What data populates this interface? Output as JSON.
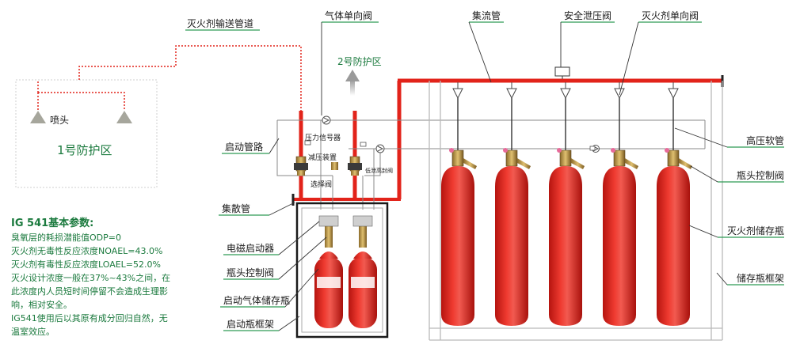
{
  "zone1": {
    "label": "1号防护区",
    "nozzle_label": "喷头"
  },
  "zone2": {
    "label": "2号防护区"
  },
  "labels": {
    "delivery_pipe": "灭火剂输送管道",
    "gas_check_valve": "气体单向阀",
    "manifold": "集流管",
    "safety_relief_valve": "安全泄压阀",
    "agent_check_valve": "灭火剂单向阀",
    "high_pressure_hose": "高压软管",
    "start_pipeline": "启动管路",
    "cylinder_control_valve": "瓶头控制阀",
    "collector_pipe": "集散管",
    "solenoid_actuator": "电磁启动器",
    "pilot_cylinder_valve": "瓶头控制阀",
    "pilot_gas_cylinder": "启动气体储存瓶",
    "pilot_cylinder_rack": "启动瓶框架",
    "agent_storage_cylinder": "灭火剂储存瓶",
    "storage_cylinder_rack": "储存瓶框架"
  },
  "small_labels": {
    "pressure_switch": "压力信号器",
    "pressure_reducer": "减压装置",
    "selector_valve": "选择阀",
    "low_pressure_vent": "低泄高封阀"
  },
  "params": {
    "title": "IG 541基本参数:",
    "lines": [
      "臭氧层的耗损潜能值ODP=0",
      "灭火剂无毒性反应浓度NOAEL=43.0%",
      "灭火剂有毒性反应浓度LOAEL=52.0%",
      "灭火设计浓度一般在37%~43%之间，在",
      "此浓度内人员短时间停留不会造成生理影",
      "响，相对安全。",
      "IG541使用后以其原有成分回归自然，无",
      "温室效应。"
    ]
  },
  "colors": {
    "pipe_red": "#e2231a",
    "label_green": "#1b7a3e",
    "underline_green": "#2f9a53",
    "frame_grey": "#b9b9b9"
  },
  "storage_cylinder_count": 5,
  "pilot_cylinder_count": 2
}
